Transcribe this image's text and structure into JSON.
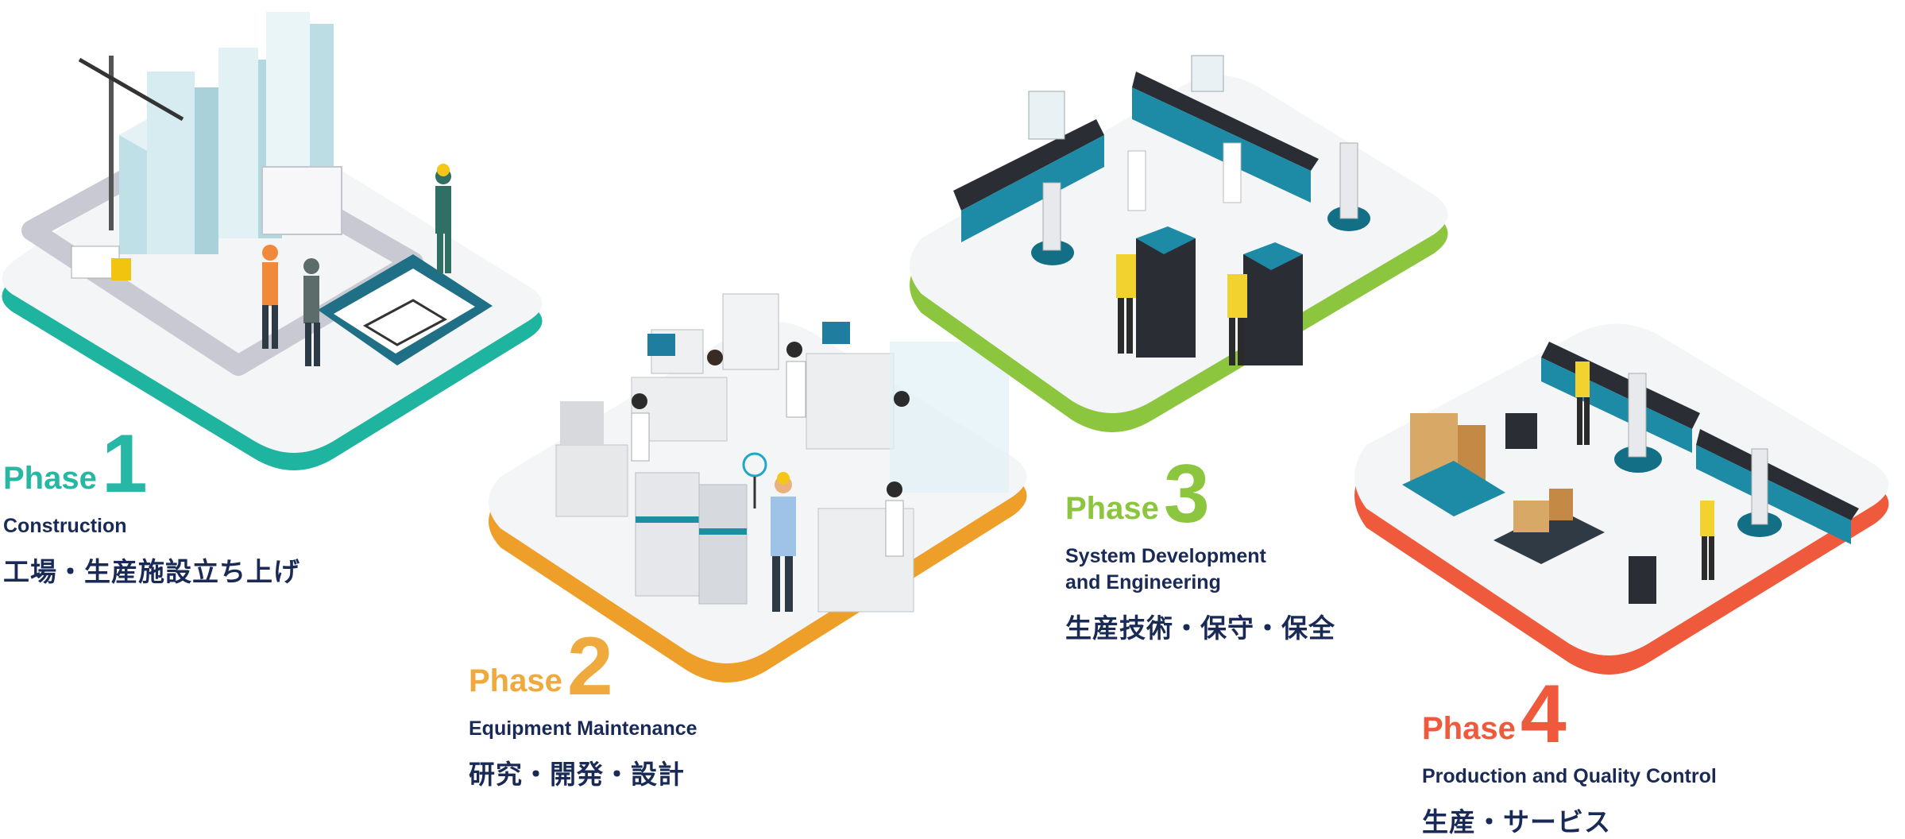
{
  "phases": [
    {
      "word": "Phase",
      "number": "1",
      "title_en": "Construction",
      "title_ja": "工場・生産施設立ち上げ",
      "color": "#27b7a5",
      "scene_icon": "construction-site-illustration"
    },
    {
      "word": "Phase",
      "number": "2",
      "title_en": "Equipment Maintenance",
      "title_ja": "研究・開発・設計",
      "color": "#f0a93c",
      "scene_icon": "laboratory-illustration"
    },
    {
      "word": "Phase",
      "number": "3",
      "title_en": "System Development\nand Engineering",
      "title_ja": "生産技術・保守・保全",
      "color": "#8cc63f",
      "scene_icon": "factory-line-illustration"
    },
    {
      "word": "Phase",
      "number": "4",
      "title_en": "Production and Quality Control",
      "title_ja": "生産・サービス",
      "color": "#ef5a3c",
      "scene_icon": "warehouse-robot-illustration"
    }
  ]
}
